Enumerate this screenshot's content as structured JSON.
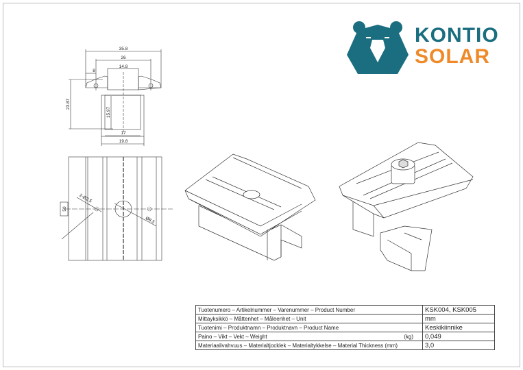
{
  "logo": {
    "line1": "KONTIO",
    "line2": "SOLAR",
    "colors": {
      "teal": "#1a6e80",
      "orange": "#ef8a2a"
    }
  },
  "drawing": {
    "top_view_dims": {
      "overall_width": "35.8",
      "hole_spacing": "26",
      "top_width": "14.8",
      "flange": "8",
      "height": "23.87",
      "leg_height": "15.97",
      "inner_width": "17",
      "outer_width": "19.8"
    },
    "front_view_dims": {
      "length": "50",
      "small_holes": "2-Ø2.5",
      "center_hole": "Ø8.5"
    }
  },
  "spec_table": {
    "rows": [
      {
        "label": "Tuotenumero – Artikelnummer – Varenummer – Product Number",
        "unit": "",
        "value": "KSK004, KSK005"
      },
      {
        "label": "Mittayksikkö – Måttenhet – Måleenhet – Unit",
        "unit": "",
        "value": "mm"
      },
      {
        "label": "Tuotenimi – Produktnamn – Produktnavn – Product Name",
        "unit": "",
        "value": "Keskikiinnike"
      },
      {
        "label": "Paino – Vikt – Vekt – Weight",
        "unit": "(kg)",
        "value": "0,049"
      },
      {
        "label": "Materiaalivahvuus – Materialtjocklek – Materialtykkelse – Material Thickness (mm)",
        "unit": "",
        "value": "3,0"
      }
    ]
  }
}
